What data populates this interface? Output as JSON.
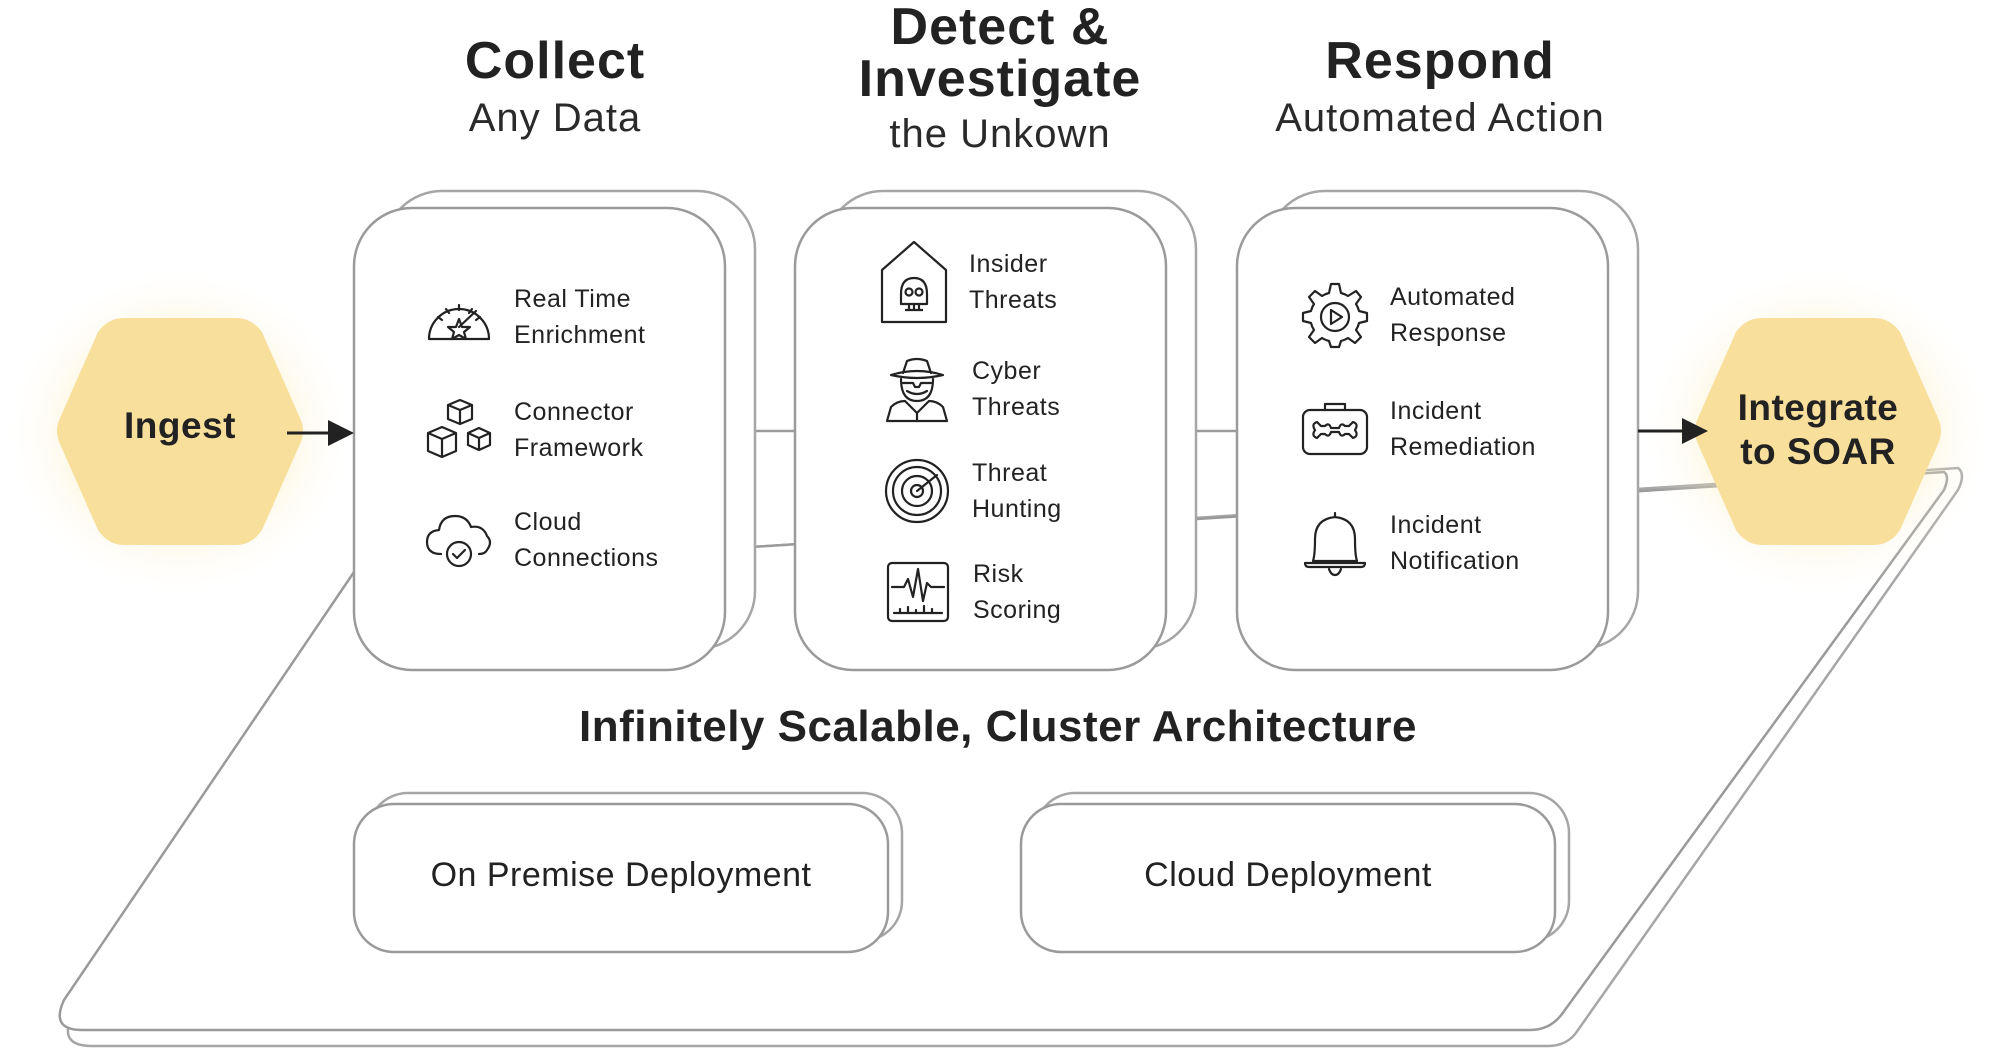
{
  "ingest": {
    "label": "Ingest"
  },
  "soar": {
    "line1": "Integrate",
    "line2": "to SOAR"
  },
  "columns": {
    "collect": {
      "title": "Collect",
      "subtitle": "Any Data",
      "items": [
        {
          "line1": "Real Time",
          "line2": "Enrichment",
          "icon": "gauge-icon"
        },
        {
          "line1": "Connector",
          "line2": "Framework",
          "icon": "cubes-icon"
        },
        {
          "line1": "Cloud",
          "line2": "Connections",
          "icon": "cloud-check-icon"
        }
      ]
    },
    "detect": {
      "title1": "Detect &",
      "title2": "Investigate",
      "subtitle": "the Unkown",
      "items": [
        {
          "line1": "Insider",
          "line2": "Threats",
          "icon": "skull-house-icon"
        },
        {
          "line1": "Cyber",
          "line2": "Threats",
          "icon": "spy-icon"
        },
        {
          "line1": "Threat",
          "line2": "Hunting",
          "icon": "radar-icon"
        },
        {
          "line1": "Risk",
          "line2": "Scoring",
          "icon": "heartbeat-chart-icon"
        }
      ]
    },
    "respond": {
      "title": "Respond",
      "subtitle": "Automated Action",
      "items": [
        {
          "line1": "Automated",
          "line2": "Response",
          "icon": "gear-play-icon"
        },
        {
          "line1": "Incident",
          "line2": "Remediation",
          "icon": "toolbox-icon"
        },
        {
          "line1": "Incident",
          "line2": "Notification",
          "icon": "bell-icon"
        }
      ]
    }
  },
  "cluster": {
    "title": "Infinitely Scalable, Cluster Architecture"
  },
  "deployments": {
    "on_premise": "On Premise Deployment",
    "cloud": "Cloud Deployment"
  },
  "colors": {
    "hex_fill": "#f9df9c",
    "glow": "#fbe6a6",
    "stroke": "#9a9a9a",
    "text": "#222222"
  }
}
